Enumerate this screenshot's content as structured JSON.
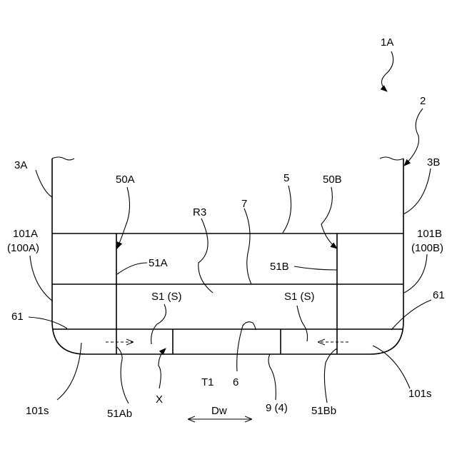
{
  "labels": {
    "fig": "1A",
    "n2": "2",
    "n3A": "3A",
    "n3B": "3B",
    "n50A": "50A",
    "n5": "5",
    "n50B": "50B",
    "nR3": "R3",
    "n7": "7",
    "n101A": "101A",
    "n100A": "(100A)",
    "n101B": "101B",
    "n100B": "(100B)",
    "n51A": "51A",
    "n51B": "51B",
    "nS1L": "S1 (S)",
    "nS1R": "S1 (S)",
    "n61L": "61",
    "n61R": "61",
    "nT1": "T1",
    "n6": "6",
    "n101sL": "101s",
    "n101sR": "101s",
    "n51Ab": "51Ab",
    "nX": "X",
    "n94": "9 (4)",
    "n51Bb": "51Bb",
    "nDw": "Dw"
  }
}
